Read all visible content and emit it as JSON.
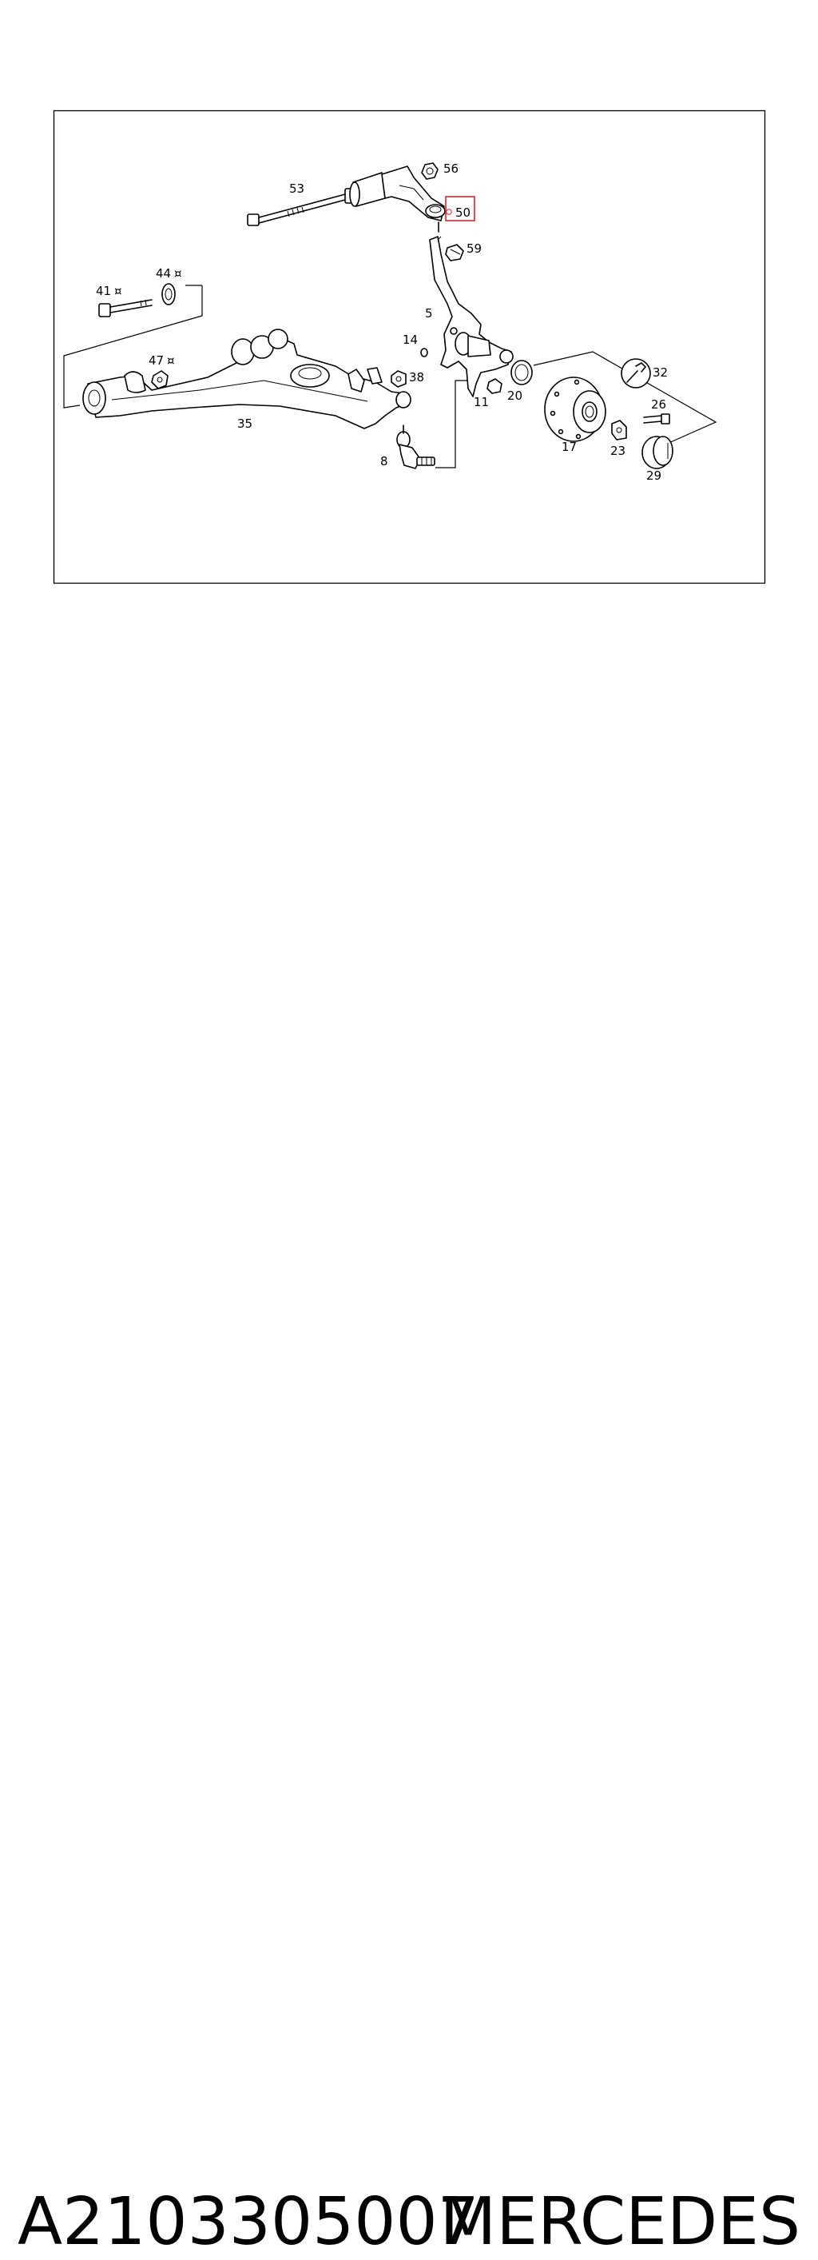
{
  "diagram": {
    "callouts": {
      "c53": "53",
      "c56": "56",
      "c50": "50",
      "c59": "59",
      "c41": "41",
      "c44": "44",
      "c5": "5",
      "c14": "14",
      "c47": "47",
      "c38": "38",
      "c32": "32",
      "c11": "11",
      "c20": "20",
      "c26": "26",
      "c35": "35",
      "c17": "17",
      "c23": "23",
      "c29": "29",
      "c8": "8"
    },
    "highlighted_callout": "50",
    "highlight_color": "#e8202a",
    "symbol_marker": "¤"
  },
  "footer": {
    "part_number": "A2103305007",
    "brand": "MERCEDES"
  }
}
